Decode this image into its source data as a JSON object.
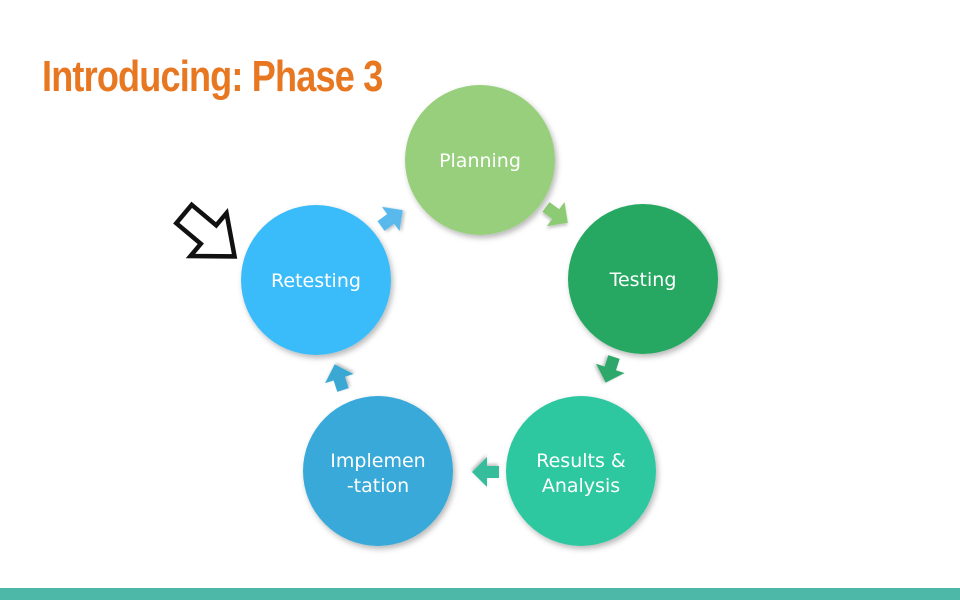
{
  "slide": {
    "title": "Introducing: Phase 3"
  },
  "cycle": {
    "nodes": [
      {
        "id": "planning",
        "lines": [
          "Planning"
        ],
        "color": "#98cf7b"
      },
      {
        "id": "testing",
        "lines": [
          "Testing"
        ],
        "color": "#27a862"
      },
      {
        "id": "results",
        "lines": [
          "Results &",
          "Analysis"
        ],
        "color": "#2ec8a0"
      },
      {
        "id": "implementation",
        "lines": [
          "Implemen",
          "-tation"
        ],
        "color": "#39a9d8"
      },
      {
        "id": "retesting",
        "lines": [
          "Retesting"
        ],
        "color": "#3abcfa"
      }
    ],
    "highlighted": "retesting"
  },
  "colors": {
    "title": "#e87722",
    "footer": "#4db8a8",
    "pointer_stroke": "#111111"
  }
}
